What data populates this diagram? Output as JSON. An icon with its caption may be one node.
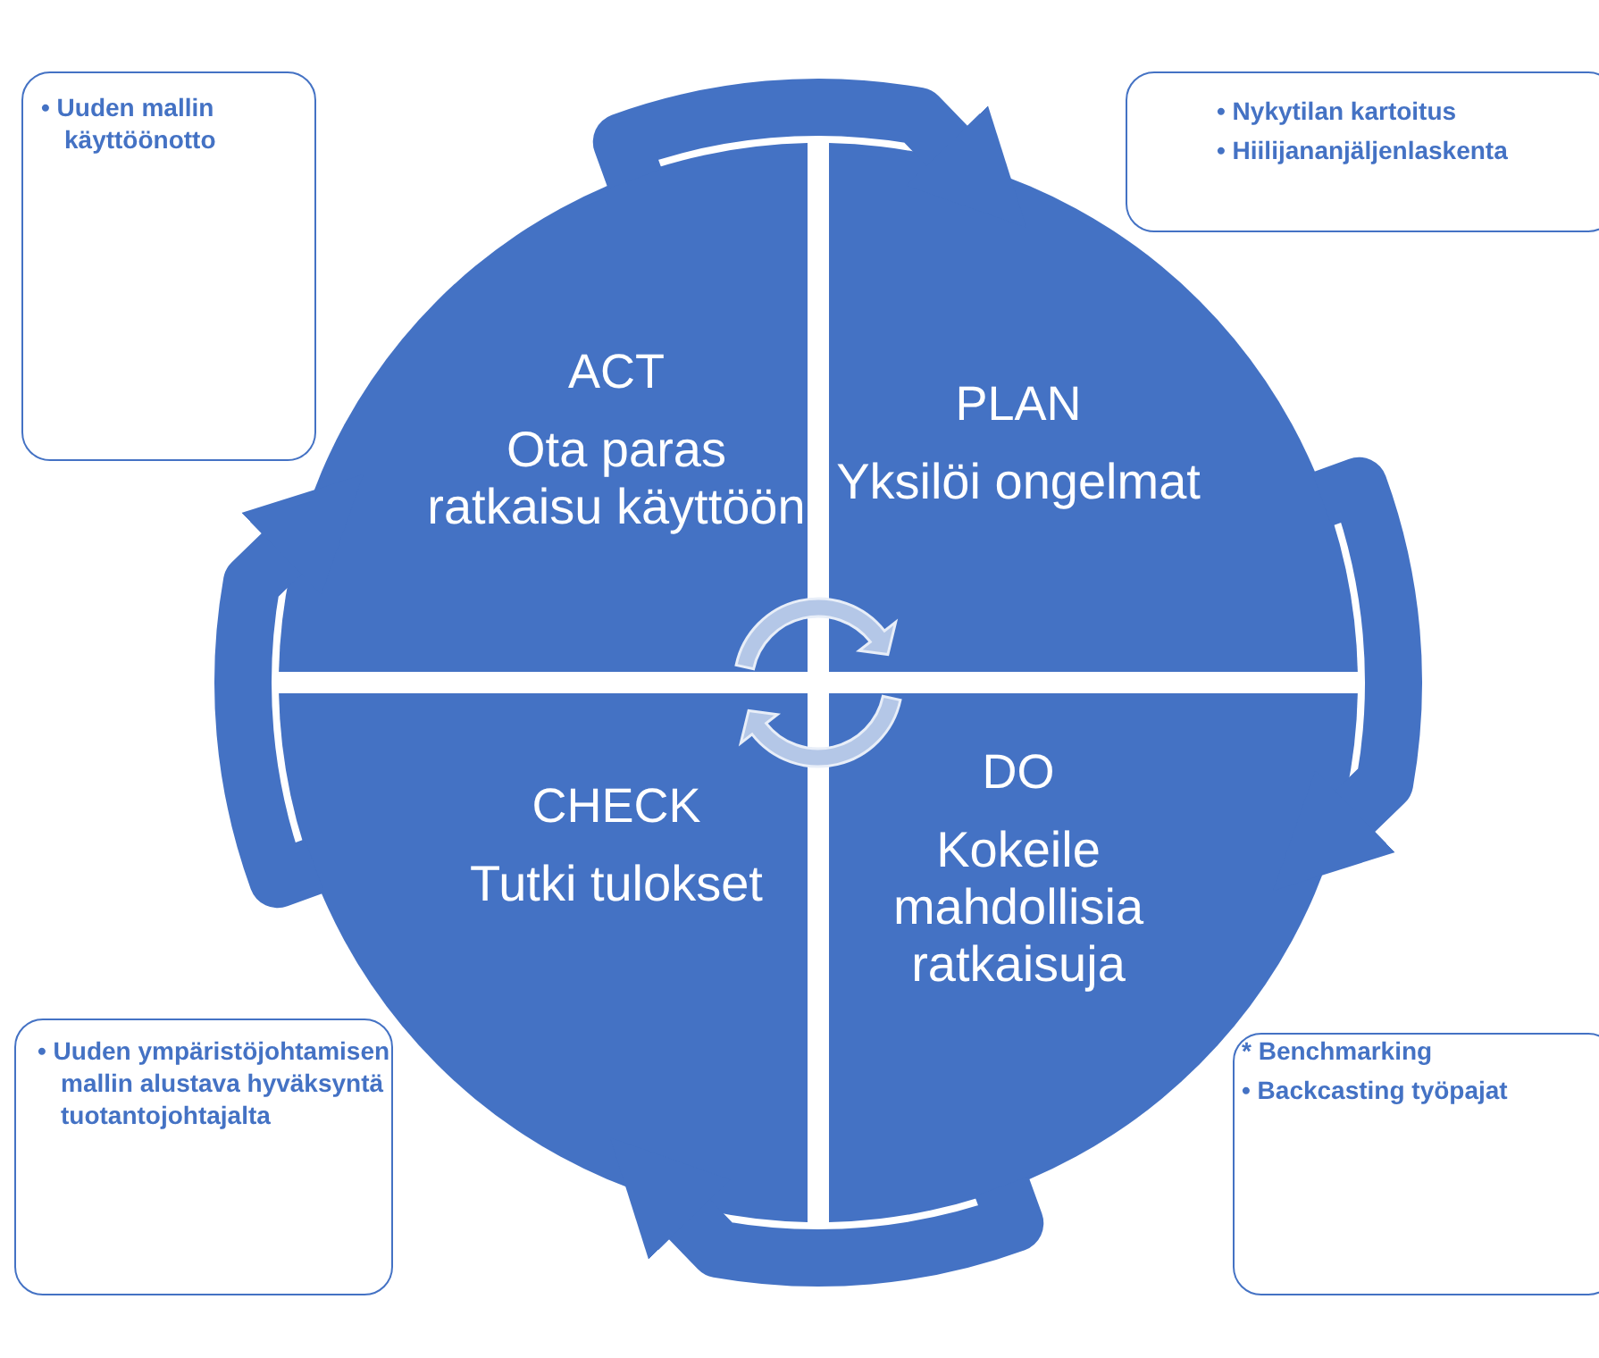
{
  "diagram": {
    "nodes": [
      {
        "text": [
          "• Uuden mallin käyttöönotto"
        ]
      },
      {
        "text": [
          "• Nykytilan kartoitus",
          "• Hiilijananjäljenlaskenta"
        ]
      },
      {
        "text": [
          "ACT",
          "Ota paras ratkaisu käyttöön"
        ]
      },
      {
        "text": [
          "PLAN",
          "Yksilöi ongelmat"
        ]
      },
      {
        "text": [
          "CHECK",
          "Tutki tulokset"
        ]
      },
      {
        "text": [
          "DO",
          "Kokeile mahdollisia ratkaisuja"
        ]
      },
      {
        "text": [
          "• Uuden ympäristöjohtamisen mallin alustava hyväksyntä tuotantojohtajalta"
        ]
      },
      {
        "text": [
          "* Benchmarking",
          "• Backcasting työpajat"
        ]
      }
    ],
    "edges": [
      {
        "from": 2,
        "to": 3,
        "arrow": "to"
      },
      {
        "from": 3,
        "to": 5,
        "arrow": "to"
      },
      {
        "from": 5,
        "to": 4,
        "arrow": "to"
      },
      {
        "from": 4,
        "to": 2,
        "arrow": "to"
      }
    ]
  }
}
